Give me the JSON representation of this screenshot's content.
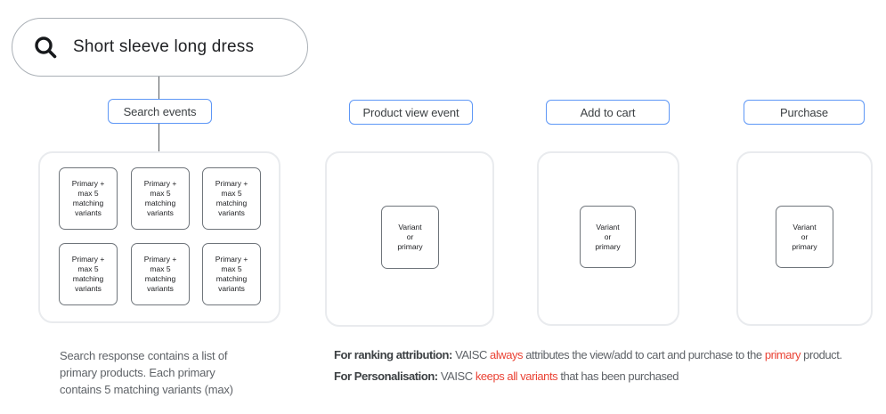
{
  "search": {
    "icon": "magnifier-icon",
    "query": "Short sleeve long dress"
  },
  "events": [
    {
      "label": "Search events",
      "cards": [
        "Primary +\nmax 5\nmatching\nvariants",
        "Primary +\nmax 5\nmatching\nvariants",
        "Primary +\nmax 5\nmatching\nvariants",
        "Primary +\nmax 5\nmatching\nvariants",
        "Primary +\nmax 5\nmatching\nvariants",
        "Primary +\nmax 5\nmatching\nvariants"
      ]
    },
    {
      "label": "Product view event",
      "cards": [
        "Variant\nor\nprimary"
      ]
    },
    {
      "label": "Add to cart",
      "cards": [
        "Variant\nor\nprimary"
      ]
    },
    {
      "label": "Purchase",
      "cards": [
        "Variant\nor\nprimary"
      ]
    }
  ],
  "notes": {
    "search_note": "Search response contains a list of\nprimary products. Each primary\ncontains 5 matching variants (max)",
    "ranking": {
      "label": "For ranking attribution:",
      "t1": " VAISC ",
      "r1": "always",
      "t2": " attributes the view/add to cart and purchase to the ",
      "r2": "primary",
      "t3": " product."
    },
    "personalisation": {
      "label": "For Personalisation:",
      "t1": " VAISC ",
      "r1": "keeps all variants",
      "t2": " that has been purchased"
    }
  },
  "colors": {
    "label_border_blue": "#5e97f6",
    "highlight_red": "#ea4335",
    "panel_border_gray": "#e9ebee",
    "text_gray": "#5f6368"
  }
}
